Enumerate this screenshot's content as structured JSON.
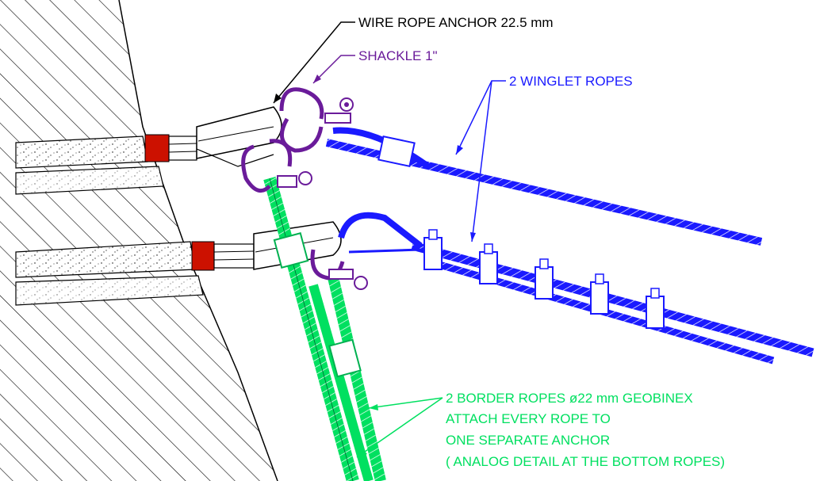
{
  "labels": {
    "wire_rope_anchor": "WIRE ROPE ANCHOR 22.5 mm",
    "shackle": "SHACKLE 1\"",
    "winglet_ropes": "2 WINGLET ROPES",
    "border_line1": "2 BORDER ROPES ø22 mm GEOBINEX",
    "border_line2": "ATTACH EVERY ROPE TO",
    "border_line3": "ONE SEPARATE ANCHOR",
    "border_line4": "( ANALOG DETAIL AT THE BOTTOM ROPES)"
  },
  "colors": {
    "black_linework": "#000000",
    "shackle": "#6a1b9a",
    "winglet_rope": "#1a1aff",
    "border_rope": "#00e060",
    "anchor_band": "#cc1100"
  }
}
